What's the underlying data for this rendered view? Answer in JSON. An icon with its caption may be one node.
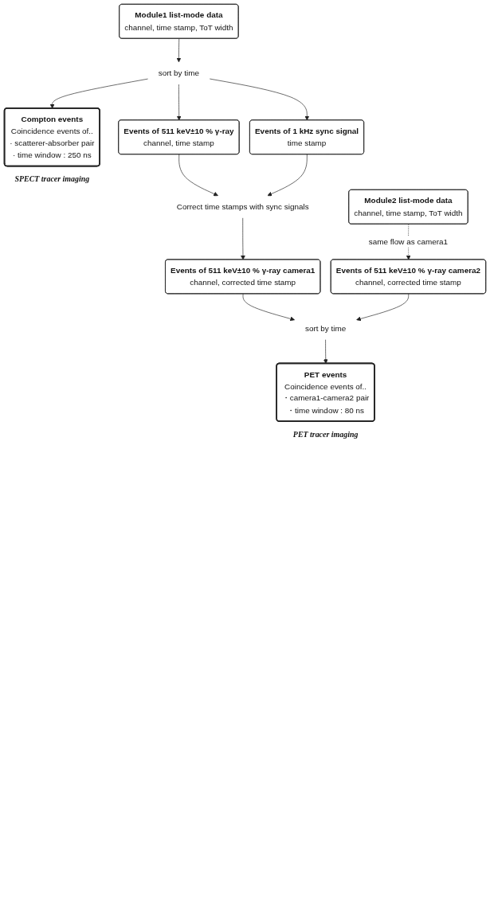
{
  "diagram": {
    "nodes": [
      {
        "text": [
          "Module1 list-mode data",
          "channel, time stamp, ToT width"
        ]
      },
      {
        "text": [
          "sort by time"
        ]
      },
      {
        "text": [
          "Compton events",
          "Coincidence events of..",
          "· scatterer-absorber pair",
          "· time window : 250 ns"
        ],
        "beside": [
          "SPECT tracer imaging"
        ]
      },
      {
        "text": [
          "Events of 511 keV±10 % γ-ray",
          "channel, time stamp"
        ]
      },
      {
        "text": [
          "Events of 1 kHz sync signal",
          "time stamp"
        ]
      },
      {
        "text": [
          "Correct time stamps with sync signals"
        ]
      },
      {
        "text": [
          "Events of 511 keV±10 % γ-ray  camera1",
          "channel, corrected time stamp"
        ]
      },
      {
        "text": [
          "Module2 list-mode data",
          "channel, time stamp, ToT width"
        ]
      },
      {
        "text": [
          "Events of 511 keV±10 % γ-ray  camera2",
          "channel, corrected time stamp"
        ]
      },
      {
        "text": [
          "sort by time"
        ]
      },
      {
        "text": [
          "PET events",
          "Coincidence events of..",
          "・camera1-camera2 pair",
          "・time window : 80 ns"
        ],
        "beside": [
          "PET tracer imaging"
        ]
      }
    ],
    "edges": [
      {
        "from": 0,
        "to": 1,
        "arrow": "to"
      },
      {
        "from": 1,
        "to": 2,
        "arrow": "to"
      },
      {
        "from": 1,
        "to": 3,
        "arrow": "to"
      },
      {
        "from": 1,
        "to": 4,
        "arrow": "to"
      },
      {
        "from": 3,
        "to": 5,
        "arrow": "to"
      },
      {
        "from": 4,
        "to": 5,
        "arrow": "to"
      },
      {
        "from": 5,
        "to": 6,
        "arrow": "to"
      },
      {
        "from": 6,
        "to": 9,
        "arrow": "to"
      },
      {
        "from": 7,
        "to": 8,
        "arrow": "to",
        "label": "same flow as camera1",
        "style": "dashed"
      },
      {
        "from": 8,
        "to": 9,
        "arrow": "to"
      },
      {
        "from": 9,
        "to": 10,
        "arrow": "to"
      }
    ]
  }
}
